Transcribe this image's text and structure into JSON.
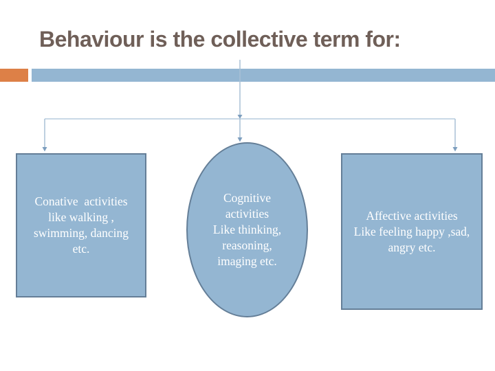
{
  "slide": {
    "title": "Behaviour is the collective term for:",
    "colors": {
      "title_text": "#6F5F58",
      "accent_orange": "#DD8047",
      "accent_blue": "#94B6D2",
      "shape_fill": "#94B6D2",
      "shape_border": "#647E97",
      "shape_text": "#FFFFFF",
      "connector_line": "#A8C0D6",
      "connector_arrow": "#7D9EBE",
      "slide_bg": "#FFFFFF"
    }
  },
  "diagram": {
    "type": "tree",
    "description": "Title connects via arrowed lines from the accent bar down to three shapes: rectangle, ellipse, rectangle",
    "shapes": [
      {
        "id": "conative",
        "type": "rectangle",
        "lines": [
          "Conative  activities",
          "like walking ,",
          "swimming, dancing",
          "etc."
        ]
      },
      {
        "id": "cognitive",
        "type": "ellipse",
        "lines": [
          "Cognitive",
          "activities",
          "Like thinking,",
          "reasoning,",
          "imaging etc."
        ]
      },
      {
        "id": "affective",
        "type": "rectangle",
        "lines": [
          "Affective activities",
          "Like feeling happy ,sad,",
          "angry etc."
        ]
      }
    ]
  }
}
